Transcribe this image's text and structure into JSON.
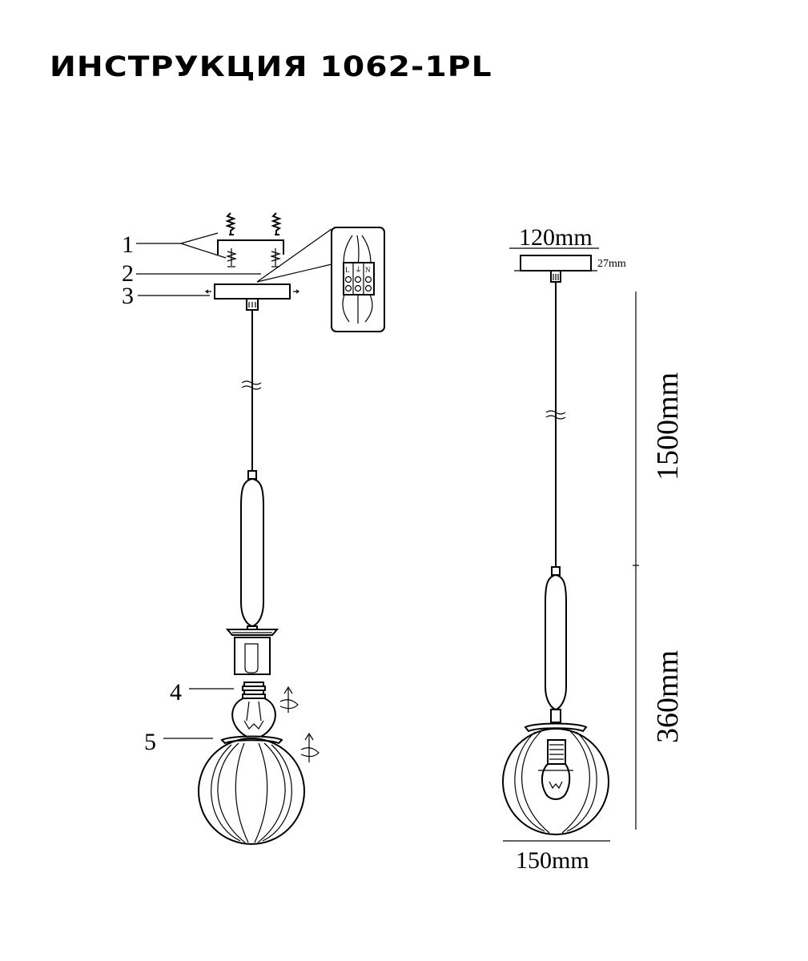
{
  "title": "ИНСТРУКЦИЯ 1062-1PL",
  "callouts": [
    "1",
    "2",
    "3",
    "4",
    "5"
  ],
  "terminal_labels": [
    "L",
    "⏚",
    "N"
  ],
  "dimensions": {
    "canopy_width": "120mm",
    "canopy_height": "27mm",
    "cord_length": "1500mm",
    "body_height": "360mm",
    "shade_diameter": "150mm"
  }
}
